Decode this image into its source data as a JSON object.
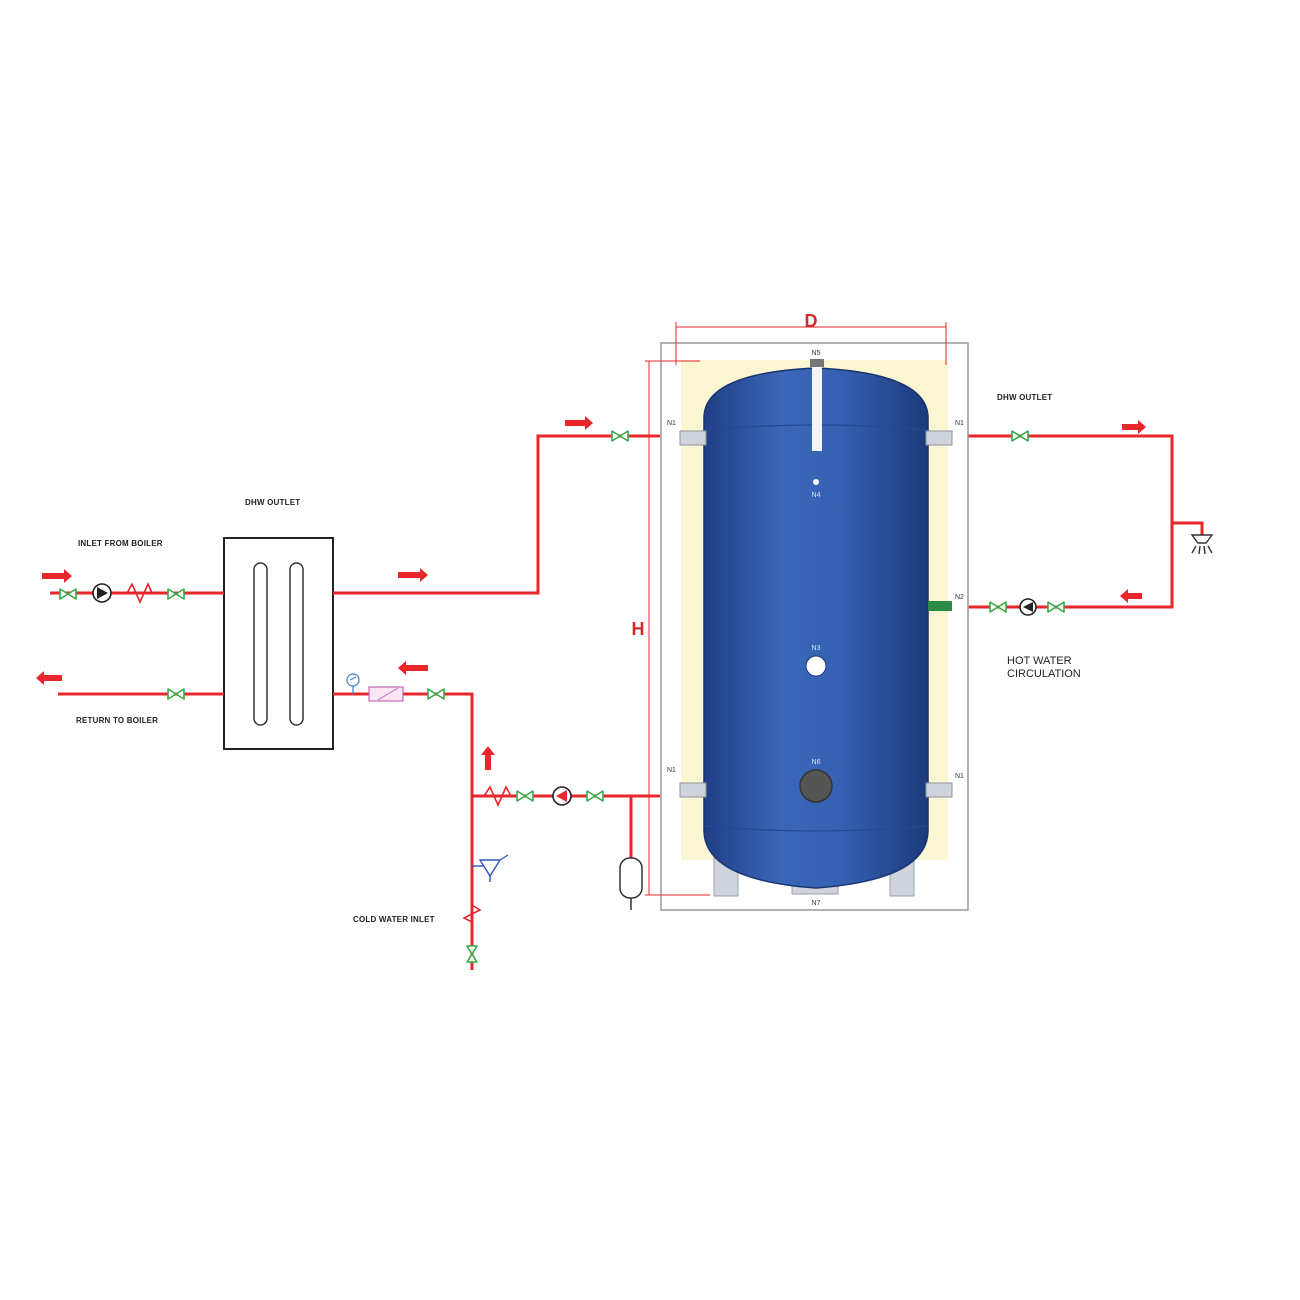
{
  "labels": {
    "dimension_d": "D",
    "dimension_h": "H",
    "inlet_from_boiler": "INLET FROM BOILER",
    "return_to_boiler": "RETURN TO BOILER",
    "dhw_outlet_left": "DHW OUTLET",
    "dhw_outlet_right": "DHW OUTLET",
    "hot_water_circulation_line1": "HOT WATER",
    "hot_water_circulation_line2": "CIRCULATION",
    "cold_water_inlet": "COLD WATER INLET"
  },
  "nozzles": {
    "n5": "N5",
    "n4": "N4",
    "n3": "N3",
    "n6": "N6",
    "n7": "N7",
    "n1_top_left": "N1",
    "n1_top_right": "N1",
    "n1_bottom_left": "N1",
    "n1_bottom_right": "N1",
    "n2": "N2"
  },
  "colors": {
    "pipe": "#e8262b",
    "tank": "#2f5aa8",
    "insulation": "#fbf6d2",
    "valve": "#3aa845"
  }
}
